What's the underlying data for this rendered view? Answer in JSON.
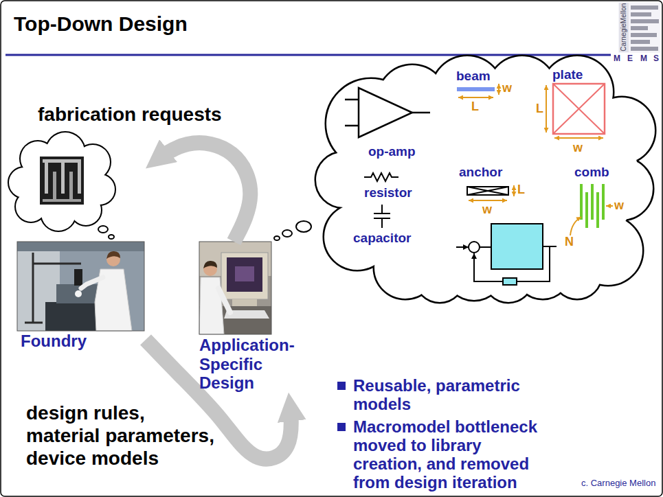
{
  "diagram": {
    "title": "Top-Down Design",
    "nodes": [
      {
        "text": [
          "Foundry"
        ]
      },
      {
        "text": [
          "Application- Specific Design"
        ]
      }
    ],
    "edges": [
      {
        "from": 1,
        "to": 0,
        "arrow": "to",
        "label": "fabrication requests"
      },
      {
        "from": 0,
        "to": 1,
        "arrow": "to",
        "label": "design rules, material parameters, device models"
      }
    ],
    "labels": [
      "CarnegieMellon",
      "M",
      "E",
      "M",
      "S",
      "op-amp",
      "resistor",
      "capacitor",
      "beam",
      "L",
      "w",
      "plate",
      "L",
      "w",
      "anchor",
      "L",
      "w",
      "comb",
      "w",
      "N",
      "Reusable, parametric models",
      "Macromodel bottleneck moved to library creation, and removed from design iteration",
      "c. Carnegie Mellon"
    ]
  }
}
